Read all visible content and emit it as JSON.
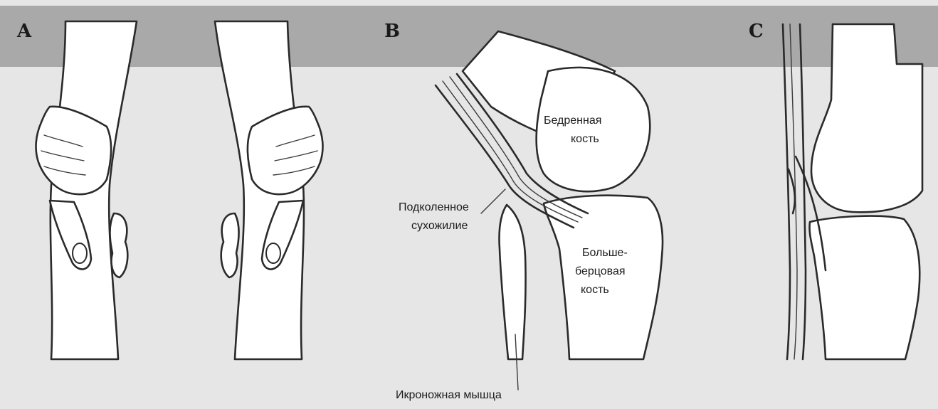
{
  "panels": {
    "a": {
      "letter": "A"
    },
    "b": {
      "letter": "B",
      "femur_line1": "Бедренная",
      "femur_line2": "кость",
      "tendon_line1": "Подколенное",
      "tendon_line2": "сухожилие",
      "tibia_line1": "Больше-",
      "tibia_line2": "берцовая",
      "tibia_line3": "кость",
      "calf": "Икроножная мышца"
    },
    "c": {
      "letter": "C"
    }
  },
  "colors": {
    "background": "#e6e6e6",
    "top_band": "#a9a9a9",
    "ink": "#2a2a2a",
    "fill": "#ffffff"
  }
}
